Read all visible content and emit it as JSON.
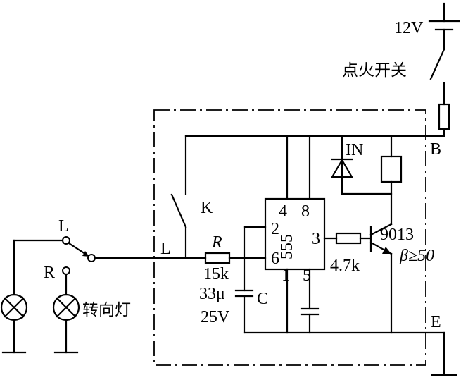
{
  "labels": {
    "battery_voltage": "12V",
    "ignition_switch": "点火开关",
    "diode": "IN",
    "node_b": "B",
    "switch_k": "K",
    "pin_4": "4",
    "pin_8": "8",
    "pin_2": "2",
    "pin_6": "6",
    "pin_1": "1",
    "pin_5": "5",
    "pin_3": "3",
    "ic_name": "555",
    "transistor": "9013",
    "beta": "β≥50",
    "resistor_r": "R",
    "resistor_r_value": "15k",
    "base_resistor": "4.7k",
    "cap_value": "33μ",
    "cap_voltage": "25V",
    "cap_name": "C",
    "terminal_l_box": "L",
    "node_e": "E",
    "switch_l": "L",
    "switch_r": "R",
    "turn_lamp": "转向灯"
  }
}
